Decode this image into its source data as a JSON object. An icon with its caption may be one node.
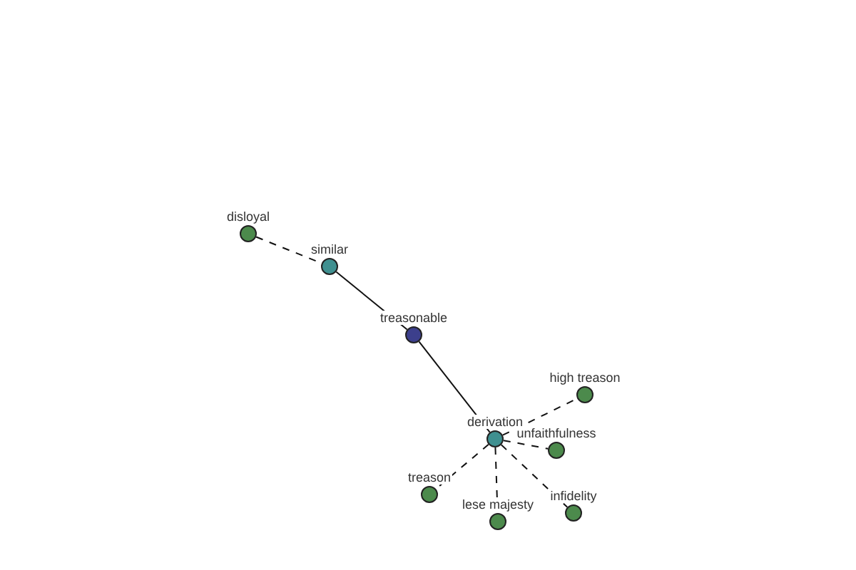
{
  "diagram": {
    "nodes": [
      {
        "text": [
          "disloyal"
        ]
      },
      {
        "text": [
          "similar"
        ]
      },
      {
        "text": [
          "treasonable"
        ]
      },
      {
        "text": [
          "derivation"
        ]
      },
      {
        "text": [
          "high treason"
        ]
      },
      {
        "text": [
          "unfaithfulness"
        ]
      },
      {
        "text": [
          "treason"
        ]
      },
      {
        "text": [
          "lese majesty"
        ]
      },
      {
        "text": [
          "infidelity"
        ]
      }
    ],
    "edges": [
      {
        "from": 0,
        "to": 1,
        "arrow": "none",
        "style": "dashed"
      },
      {
        "from": 1,
        "to": 2,
        "arrow": "none"
      },
      {
        "from": 2,
        "to": 3,
        "arrow": "none"
      },
      {
        "from": 3,
        "to": 4,
        "arrow": "none",
        "style": "dashed"
      },
      {
        "from": 3,
        "to": 5,
        "arrow": "none",
        "style": "dashed"
      },
      {
        "from": 3,
        "to": 6,
        "arrow": "none",
        "style": "dashed"
      },
      {
        "from": 3,
        "to": 7,
        "arrow": "none",
        "style": "dashed"
      },
      {
        "from": 3,
        "to": 8,
        "arrow": "none",
        "style": "dashed"
      }
    ]
  }
}
